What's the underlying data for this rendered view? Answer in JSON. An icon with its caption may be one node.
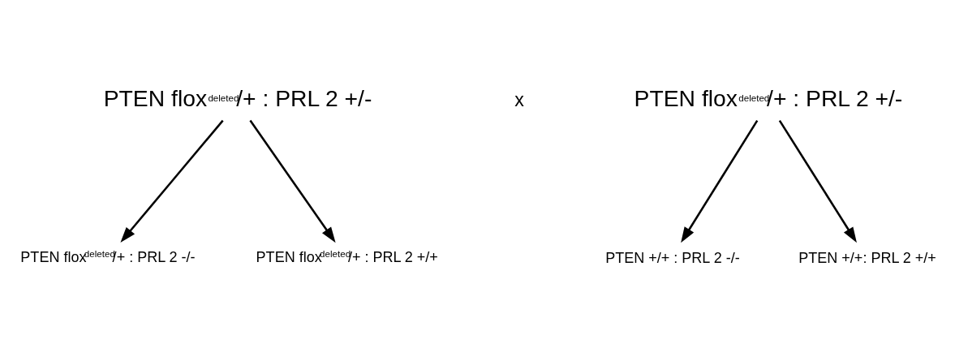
{
  "diagram": {
    "nodes": [
      {
        "text": [
          "PTEN flox$^{deleted}$/+ : PRL 2 +/-"
        ]
      },
      {
        "text": [
          "PTEN flox$^{deleted}$/+ : PRL 2 +/-"
        ]
      },
      {
        "text": [
          "PTEN flox$^{deleted}$/+ : PRL 2 -/-"
        ]
      },
      {
        "text": [
          "PTEN flox$^{deleted}$/+ : PRL 2 +/+"
        ]
      },
      {
        "text": [
          "PTEN +/+ : PRL 2 -/-"
        ]
      },
      {
        "text": [
          "PTEN +/+: PRL 2 +/+"
        ]
      }
    ],
    "edges": [
      {
        "from": 0,
        "to": 2,
        "arrow": "to"
      },
      {
        "from": 0,
        "to": 3,
        "arrow": "to"
      },
      {
        "from": 1,
        "to": 4,
        "arrow": "to"
      },
      {
        "from": 1,
        "to": 5,
        "arrow": "to"
      }
    ],
    "labels": [
      "x"
    ]
  }
}
